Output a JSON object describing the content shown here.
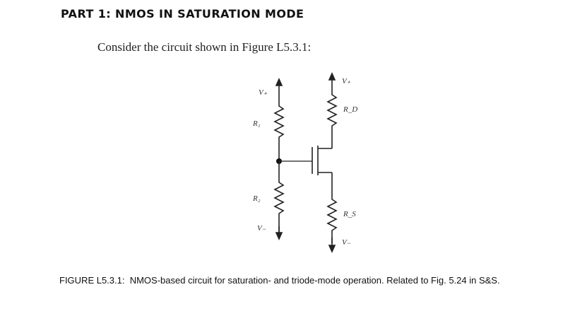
{
  "document": {
    "heading": "PART 1: NMOS IN SATURATION MODE",
    "intro": "Consider the circuit shown in Figure L5.3.1:",
    "circuit_labels": {
      "v_plus_left": "V₊",
      "r1": "R₁",
      "r2": "R₂",
      "v_minus_left": "V₋",
      "v_plus_right": "V₊",
      "rd": "R_D",
      "rs": "R_S",
      "v_minus_right": "V₋"
    },
    "caption": {
      "figure_number": "FIGURE L5.3.1:",
      "text": "NMOS-based circuit for saturation- and triode-mode operation. Related to Fig. 5.24 in S&S."
    }
  }
}
